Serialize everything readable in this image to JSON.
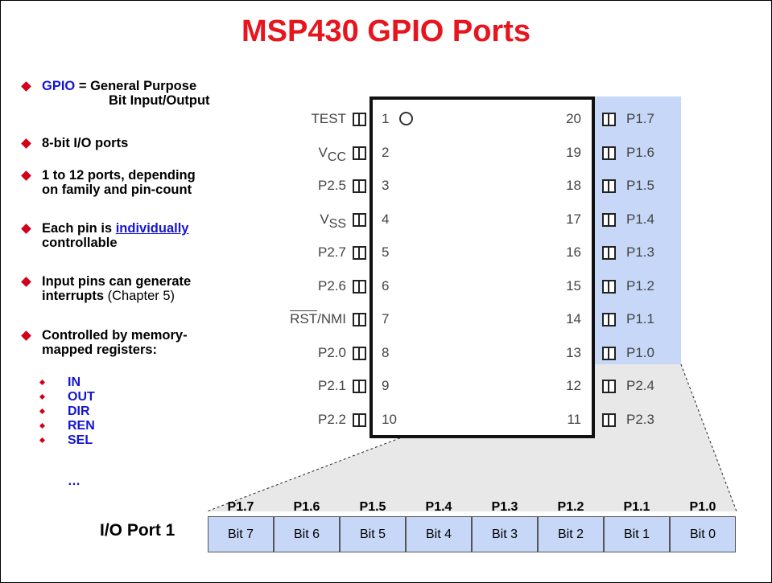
{
  "title": "MSP430 GPIO Ports",
  "bullets": {
    "gpio_term": "GPIO",
    "gpio_eq": " = General Purpose",
    "gpio_line2": "Bit Input/Output",
    "b2": "8-bit I/O ports",
    "b3_line1": "1 to 12 ports, depending",
    "b3_line2": "on family and pin-count",
    "b4_pre": "Each pin is ",
    "b4_link": "individually",
    "b4_line2": "controllable",
    "b5_line1": "Input pins can generate",
    "b5_line2_bold": "interrupts",
    "b5_line2_norm": " (Chapter 5)",
    "b6_line1": "Controlled by memory-",
    "b6_line2": "mapped registers:"
  },
  "registers": [
    "IN",
    "OUT",
    "DIR",
    "REN",
    "SEL"
  ],
  "registers_more": "…",
  "left_pins": [
    {
      "num": "1",
      "label": "TEST"
    },
    {
      "num": "2",
      "label": "VCC"
    },
    {
      "num": "3",
      "label": "P2.5"
    },
    {
      "num": "4",
      "label": "VSS"
    },
    {
      "num": "5",
      "label": "P2.7"
    },
    {
      "num": "6",
      "label": "P2.6"
    },
    {
      "num": "7",
      "label": "RST/NMI"
    },
    {
      "num": "8",
      "label": "P2.0"
    },
    {
      "num": "9",
      "label": "P2.1"
    },
    {
      "num": "10",
      "label": "P2.2"
    }
  ],
  "right_pins": [
    {
      "num": "20",
      "label": "P1.7"
    },
    {
      "num": "19",
      "label": "P1.6"
    },
    {
      "num": "18",
      "label": "P1.5"
    },
    {
      "num": "17",
      "label": "P1.4"
    },
    {
      "num": "16",
      "label": "P1.3"
    },
    {
      "num": "15",
      "label": "P1.2"
    },
    {
      "num": "14",
      "label": "P1.1"
    },
    {
      "num": "13",
      "label": "P1.0"
    },
    {
      "num": "12",
      "label": "P2.4"
    },
    {
      "num": "11",
      "label": "P2.3"
    }
  ],
  "port": {
    "label": "I/O Port 1",
    "headers": [
      "P1.7",
      "P1.6",
      "P1.5",
      "P1.4",
      "P1.3",
      "P1.2",
      "P1.1",
      "P1.0"
    ],
    "bits": [
      "Bit 7",
      "Bit 6",
      "Bit 5",
      "Bit 4",
      "Bit 3",
      "Bit 2",
      "Bit 1",
      "Bit 0"
    ]
  },
  "colors": {
    "title": "#e8141e",
    "highlight": "#c7d7f7",
    "bullet": "#d4001a",
    "link": "#1515d0"
  }
}
